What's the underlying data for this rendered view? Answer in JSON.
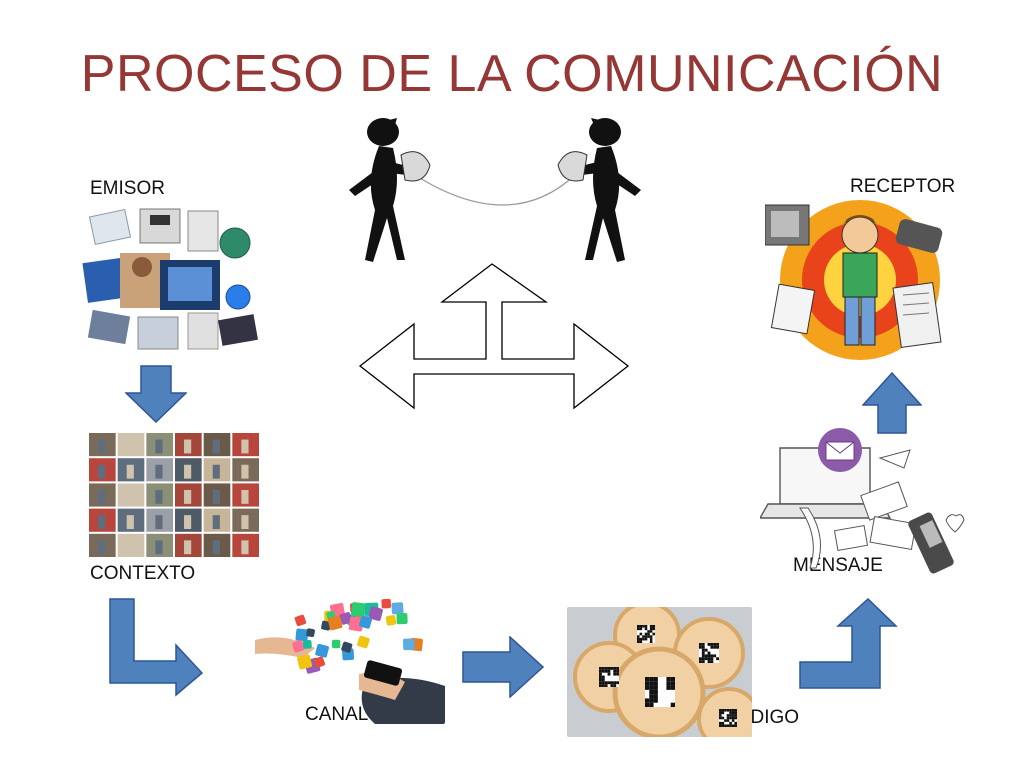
{
  "slide": {
    "title": "PROCESO DE LA COMUNICACIÓN"
  },
  "nodes": {
    "emisor": "EMISOR",
    "receptor": "RECEPTOR",
    "contexto": "CONTEXTO",
    "canal": "CANAL",
    "codigo": "CODIGO",
    "mensaje": "MENSAJE"
  },
  "colors": {
    "title": "#953735",
    "arrow_fill": "#4f81bd",
    "arrow_stroke": "#2f5597"
  }
}
